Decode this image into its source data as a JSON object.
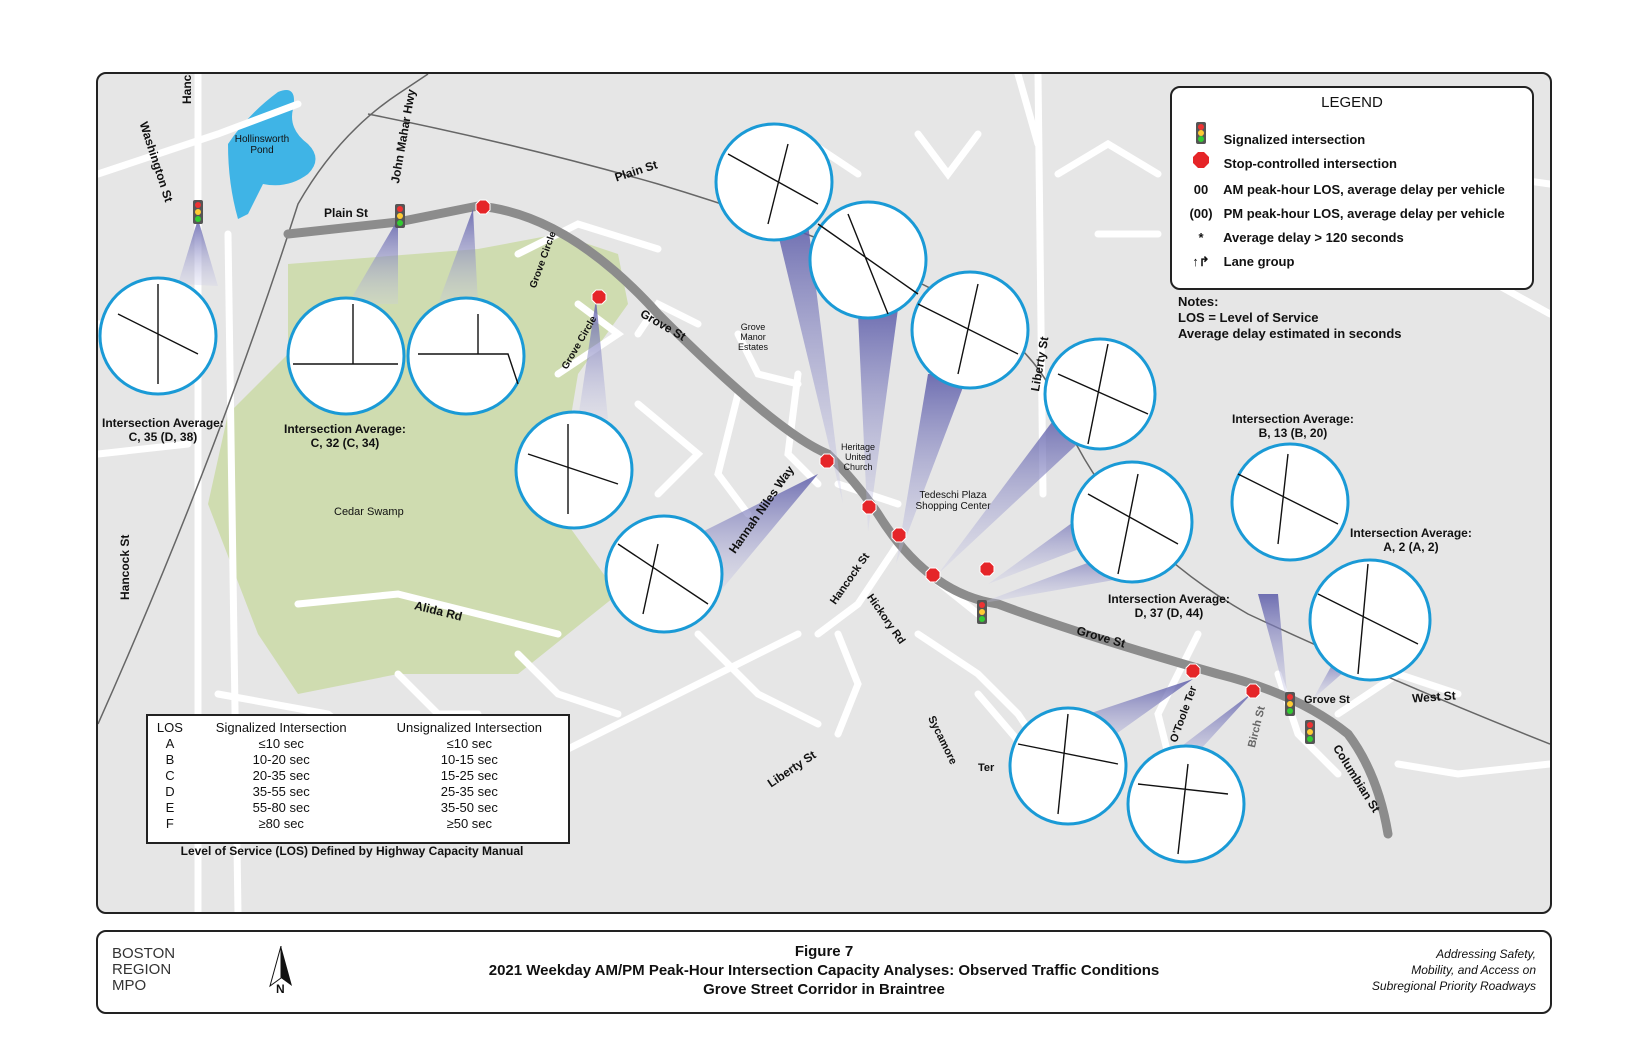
{
  "figure": {
    "number": "Figure 7",
    "title": "2021 Weekday AM/PM Peak-Hour Intersection Capacity Analyses: Observed Traffic Conditions",
    "subtitle": "Grove Street Corridor in Braintree"
  },
  "organization": [
    "BOSTON",
    "REGION",
    "MPO"
  ],
  "tagline": [
    "Addressing Safety,",
    "Mobility, and Access on",
    "Subregional Priority Roadways"
  ],
  "north_arrow": "N",
  "legend": {
    "title": "LEGEND",
    "items": [
      {
        "symbol": "signal-icon",
        "text": "Signalized intersection"
      },
      {
        "symbol": "stop-icon",
        "text": "Stop-controlled intersection"
      },
      {
        "symbol": "00",
        "text": "AM peak-hour LOS, average delay per vehicle"
      },
      {
        "symbol": "(00)",
        "text": "PM peak-hour LOS, average delay per vehicle"
      },
      {
        "symbol": "*",
        "text": "Average delay > 120 seconds"
      },
      {
        "symbol": "lane-group-icon",
        "text": "Lane group"
      }
    ]
  },
  "notes": [
    "Notes:",
    "LOS = Level of Service",
    "Average delay estimated in seconds"
  ],
  "los_table": {
    "headers": [
      "LOS",
      "Signalized Intersection",
      "Unsignalized Intersection"
    ],
    "rows": [
      [
        "A",
        "≤10 sec",
        "≤10 sec"
      ],
      [
        "B",
        "10-20 sec",
        "10-15 sec"
      ],
      [
        "C",
        "20-35 sec",
        "15-25 sec"
      ],
      [
        "D",
        "35-55 sec",
        "25-35 sec"
      ],
      [
        "E",
        "55-80 sec",
        "35-50 sec"
      ],
      [
        "F",
        "≥80 sec",
        "≥50 sec"
      ]
    ],
    "caption": "Level of Service (LOS) Defined by Highway Capacity Manual"
  },
  "intersection_averages": [
    {
      "label": "Intersection Average:",
      "value": "C, 35 (D, 38)"
    },
    {
      "label": "Intersection Average:",
      "value": "C, 32 (C, 34)"
    },
    {
      "label": "Intersection Average:",
      "value": "B, 13 (B, 20)"
    },
    {
      "label": "Intersection Average:",
      "value": "A, 2 (A, 2)"
    },
    {
      "label": "Intersection Average:",
      "value": "D, 37 (D, 44)"
    }
  ],
  "street_labels": {
    "hancock_top": "Hancock St",
    "washington": "Washington St",
    "john_mahar": "John Mahar Hwy",
    "plain_left": "Plain St",
    "plain_right": "Plain St",
    "grove_1": "Grove St",
    "grove_2": "Grove St",
    "grove_3": "Grove St",
    "grove_circle_1": "Grove Circle",
    "grove_circle_2": "Grove Circle",
    "hancock_left": "Hancock St",
    "alida": "Alida Rd",
    "hannah_niles": "Hannah Niles Way",
    "hancock_mid": "Hancock St",
    "hickory": "Hickory Rd",
    "liberty_top": "Liberty St",
    "liberty_bottom": "Liberty St",
    "sycamore": "Sycamore",
    "ter": "Ter",
    "otoole": "O'Toole Ter",
    "birch": "Birch St",
    "west": "West St",
    "columbian": "Columbian St"
  },
  "place_labels": {
    "hollinsworth": "Hollinsworth Pond",
    "cedar_swamp": "Cedar Swamp",
    "grove_manor": "Grove Manor Estates",
    "heritage": "Heritage United Church",
    "tedeschi": "Tedeschi Plaza Shopping Center"
  },
  "colors": {
    "road": "#ffffff",
    "corridor": "#8c8c8c",
    "swamp": "#cfdcb0",
    "pond": "#3fb4e6",
    "callout_ring": "#1a9ad6",
    "beam": "#6c6cb4"
  }
}
